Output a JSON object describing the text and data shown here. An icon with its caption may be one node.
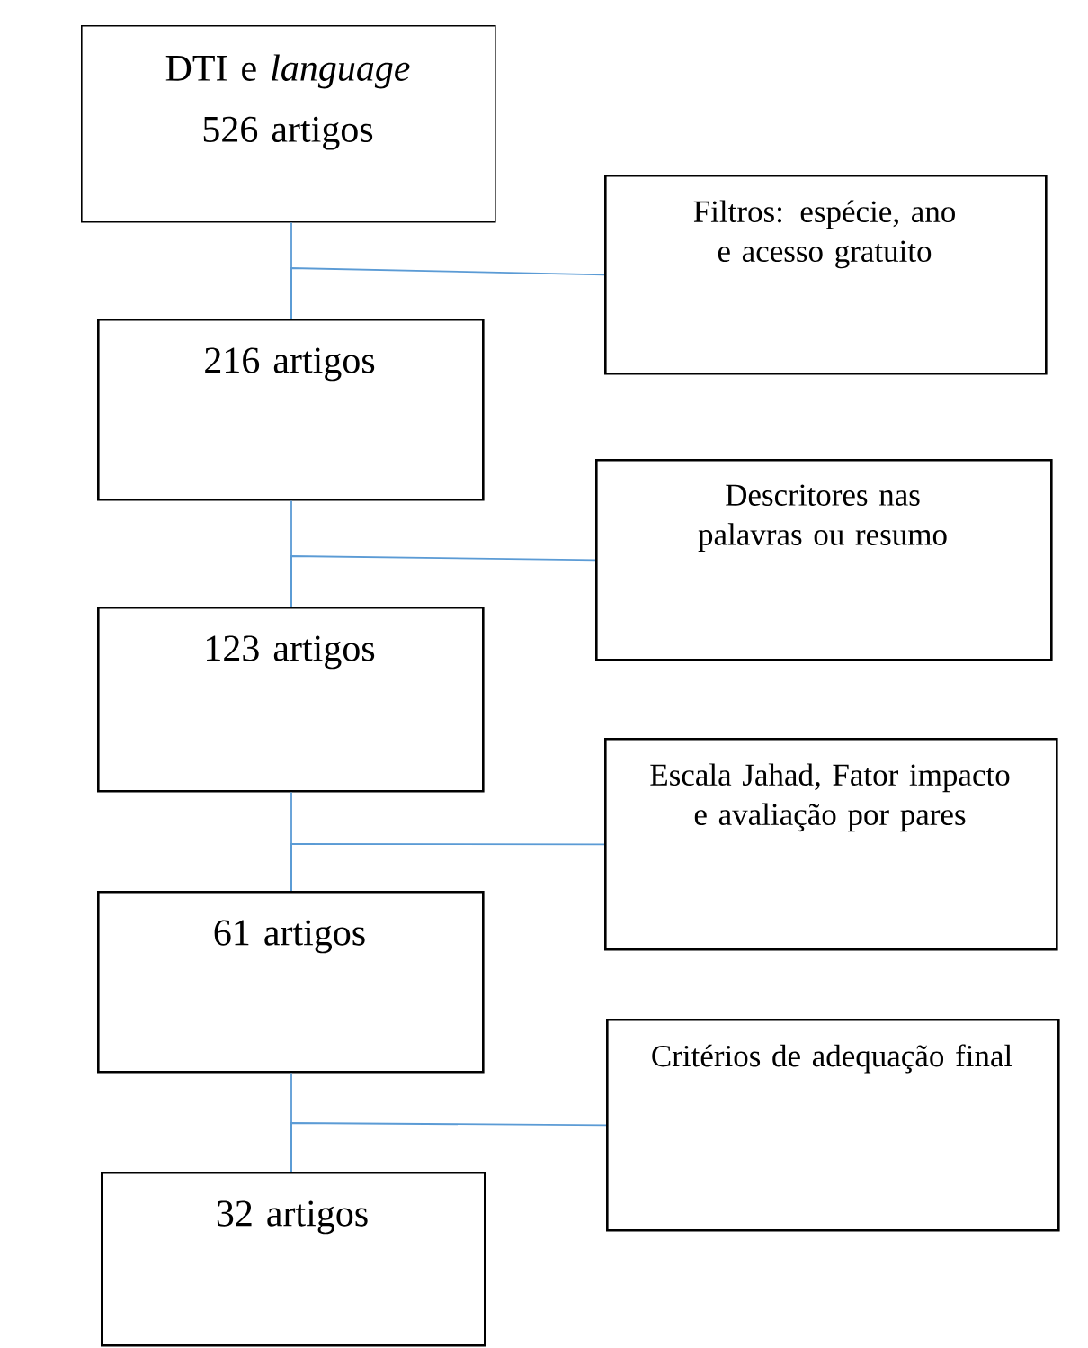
{
  "diagram": {
    "nodes": [
      {
        "text": [
          "DTI e *language*",
          "526 artigos"
        ]
      },
      {
        "text": [
          "Filtros: espécie, ano e acesso gratuito"
        ]
      },
      {
        "text": [
          "216 artigos"
        ]
      },
      {
        "text": [
          "Descritores nas palavras ou resumo"
        ]
      },
      {
        "text": [
          "123 artigos"
        ]
      },
      {
        "text": [
          "Escala Jahad, Fator impacto e avaliação por pares"
        ]
      },
      {
        "text": [
          "61 artigos"
        ]
      },
      {
        "text": [
          "Critérios de adequação final"
        ]
      },
      {
        "text": [
          "32 artigos"
        ]
      }
    ],
    "edges": [
      {
        "from": 0,
        "to": 2,
        "arrow": "none"
      },
      {
        "from": 1,
        "to": 2,
        "arrow": "none"
      },
      {
        "from": 2,
        "to": 4,
        "arrow": "none"
      },
      {
        "from": 3,
        "to": 4,
        "arrow": "none"
      },
      {
        "from": 4,
        "to": 6,
        "arrow": "none"
      },
      {
        "from": 5,
        "to": 6,
        "arrow": "none"
      },
      {
        "from": 6,
        "to": 8,
        "arrow": "none"
      },
      {
        "from": 7,
        "to": 8,
        "arrow": "none"
      }
    ]
  }
}
